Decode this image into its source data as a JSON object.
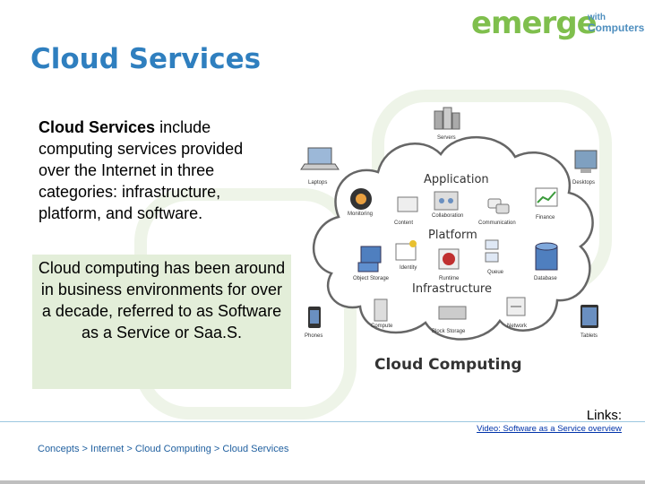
{
  "logo": {
    "main": "emerge",
    "with": "with",
    "computers": "Computers"
  },
  "title": "Cloud Services",
  "intro": {
    "bold": "Cloud Services",
    "rest": " include computing services provided over the Internet in three categories: infrastructure, platform, and software."
  },
  "callout": "Cloud computing has been around in business environments for over a decade, referred to as Software as a Service or Saa.S.",
  "diagram": {
    "title": "Cloud Computing",
    "layers": {
      "application": "Application",
      "platform": "Platform",
      "infrastructure": "Infrastructure"
    },
    "labels": {
      "servers": "Servers",
      "laptops": "Laptops",
      "desktops": "Desktops",
      "monitoring": "Monitoring",
      "content": "Content",
      "collaboration": "Collaboration",
      "communication": "Communication",
      "finance": "Finance",
      "object_storage": "Object Storage",
      "identity": "Identity",
      "runtime": "Runtime",
      "queue": "Queue",
      "database": "Database",
      "compute": "Compute",
      "block_storage": "Block Storage",
      "network": "Network",
      "phones": "Phones",
      "tablets": "Tablets"
    }
  },
  "links_label": "Links:",
  "video_link": "Video: Software as a Service overview",
  "breadcrumb": "Concepts > Internet > Cloud Computing > Cloud Services"
}
